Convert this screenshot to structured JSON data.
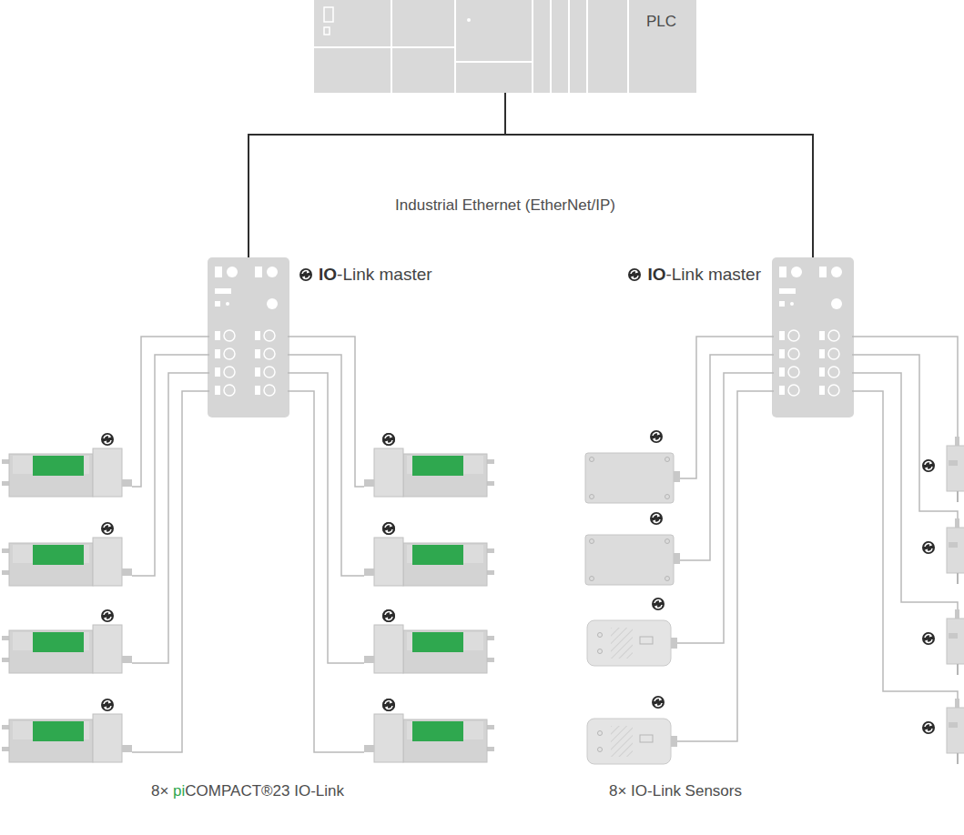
{
  "diagram": {
    "nodes": [
      {
        "text": [
          "PLC"
        ]
      },
      {
        "text": [
          "IO-Link master"
        ]
      },
      {
        "text": [
          "IO-Link master"
        ]
      }
    ],
    "edges": [
      {
        "from": 0,
        "to": 1,
        "arrow": "none"
      },
      {
        "from": 0,
        "to": 2,
        "arrow": "none"
      }
    ],
    "labels": [
      "Industrial Ethernet (EtherNet/IP)",
      "8× piCOMPACT®23 IO-Link",
      "8× IO-Link Sensors"
    ]
  }
}
